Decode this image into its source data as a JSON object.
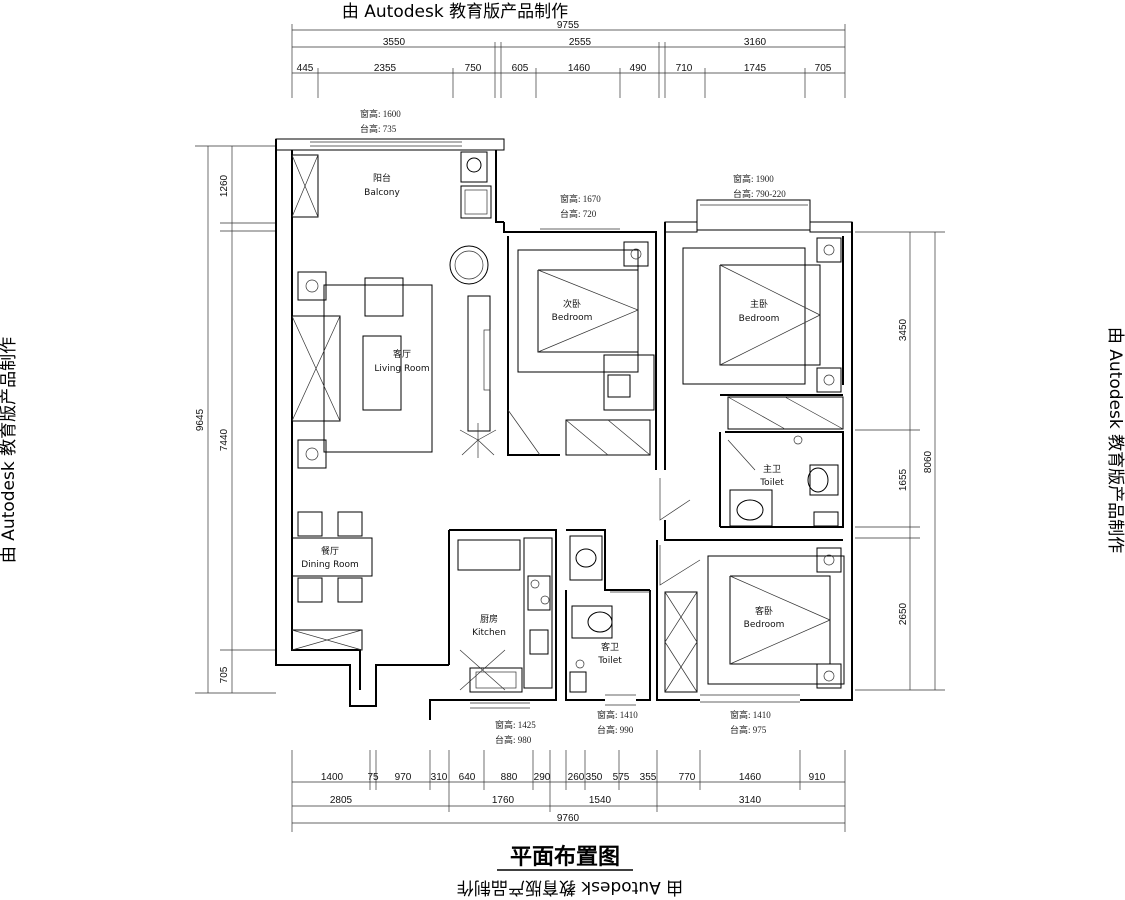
{
  "watermarks": {
    "top": "由 Autodesk 教育版产品制作",
    "bottom": "由 Autodesk 教育版产品制作",
    "left": "由 Autodesk 教育版产品制作",
    "right": "由 Autodesk 教育版产品制作"
  },
  "title": "平面布置图",
  "dims_top": {
    "total": "9755",
    "row1": [
      "3550",
      "2555",
      "3160"
    ],
    "row2": [
      "445",
      "2355",
      "750",
      "605",
      "1460",
      "490",
      "710",
      "1745",
      "705"
    ]
  },
  "dims_bottom": {
    "row1": [
      "1400",
      "75",
      "970",
      "310",
      "640",
      "880",
      "290",
      "260",
      "350",
      "575",
      "355",
      "770",
      "1460",
      "910"
    ],
    "row2": [
      "2805",
      "1760",
      "1540",
      "3140"
    ],
    "total": "9760"
  },
  "dims_left": {
    "total": "9645",
    "parts": [
      "1260",
      "7440",
      "705"
    ]
  },
  "dims_right": {
    "total": "8060",
    "parts": [
      "3450",
      "1655",
      "2650"
    ]
  },
  "window_notes": [
    {
      "l1": "窗高: 1600",
      "l2": "台高: 735"
    },
    {
      "l1": "窗高: 1670",
      "l2": "台高: 720"
    },
    {
      "l1": "窗高: 1900",
      "l2": "台高: 790-220"
    },
    {
      "l1": "窗高: 1425",
      "l2": "台高: 980"
    },
    {
      "l1": "窗高: 1410",
      "l2": "台高: 990"
    },
    {
      "l1": "窗高: 1410",
      "l2": "台高: 975"
    }
  ],
  "rooms": [
    {
      "cn": "阳台",
      "en": "Balcony"
    },
    {
      "cn": "客厅",
      "en": "Living Room"
    },
    {
      "cn": "次卧",
      "en": "Bedroom"
    },
    {
      "cn": "主卧",
      "en": "Bedroom"
    },
    {
      "cn": "主卫",
      "en": "Toilet"
    },
    {
      "cn": "餐厅",
      "en": "Dining Room"
    },
    {
      "cn": "厨房",
      "en": "Kitchen"
    },
    {
      "cn": "客卫",
      "en": "Toilet"
    },
    {
      "cn": "客卧",
      "en": "Bedroom"
    }
  ]
}
